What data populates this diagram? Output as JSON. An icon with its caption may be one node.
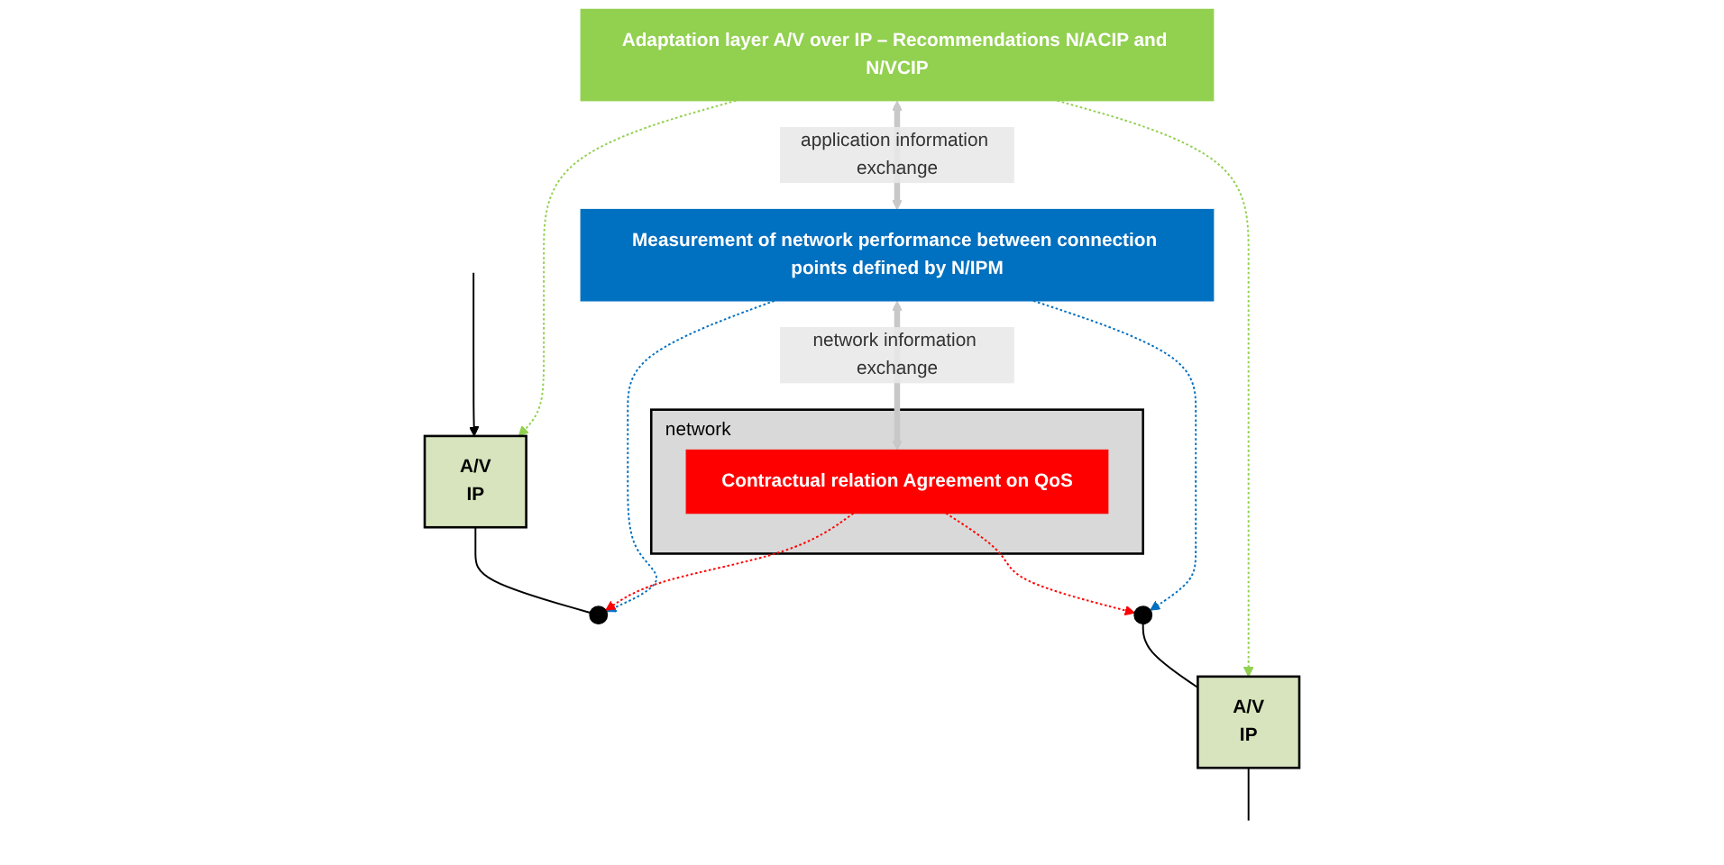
{
  "diagram": {
    "nodes": [
      {
        "text": [
          "Adaptation layer A/V over IP – Recommendations N/ACIP and N/VCIP"
        ]
      },
      {
        "text": [
          "Measurement of network performance between connection points defined by N/IPM"
        ]
      },
      {
        "text": [
          "network"
        ]
      },
      {
        "text": [
          "Contractual relation Agreement on QoS"
        ],
        "in": 2
      },
      {
        "text": [
          "A/V",
          "IP"
        ]
      },
      {
        "text": [
          "A/V",
          "IP"
        ]
      },
      {
        "text": [],
        "shape": "circle"
      },
      {
        "text": [],
        "shape": "circle"
      }
    ],
    "edges": [
      {
        "from": 0,
        "to": 1,
        "arrow": "both",
        "label": "application information exchange",
        "style": "thick",
        "color": "#c8c8c8"
      },
      {
        "from": 1,
        "to": 3,
        "arrow": "both",
        "label": "network information exchange",
        "style": "thick",
        "color": "#c8c8c8"
      },
      {
        "from": 0,
        "to": 4,
        "arrow": "to",
        "style": "dashed",
        "color": "#92d050"
      },
      {
        "from": 0,
        "to": 5,
        "arrow": "to",
        "style": "dashed",
        "color": "#92d050"
      },
      {
        "from": 1,
        "to": 6,
        "arrow": "to",
        "style": "dashed",
        "color": "#0070c0"
      },
      {
        "from": 1,
        "to": 7,
        "arrow": "to",
        "style": "dashed",
        "color": "#0070c0"
      },
      {
        "from": 3,
        "to": 6,
        "arrow": "to",
        "style": "dashed",
        "color": "#ff0000"
      },
      {
        "from": 3,
        "to": 7,
        "arrow": "to",
        "style": "dashed",
        "color": "#ff0000"
      },
      {
        "from": null,
        "to": 4,
        "arrow": "to"
      },
      {
        "from": 4,
        "to": 6,
        "arrow": "none"
      },
      {
        "from": 7,
        "to": 5,
        "arrow": "none"
      },
      {
        "from": 5,
        "to": null,
        "arrow": "none"
      }
    ]
  }
}
